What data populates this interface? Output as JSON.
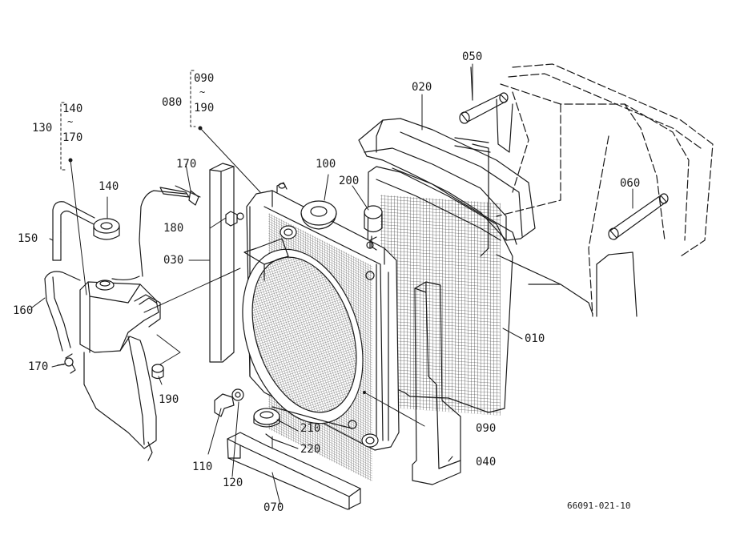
{
  "diagram": {
    "figure_number": "66091-021-10",
    "ink_color": "#1a1a1a",
    "callouts": {
      "p010": "010",
      "p020": "020",
      "p030": "030",
      "p040": "040",
      "p050": "050",
      "p060": "060",
      "p070": "070",
      "p080": "080",
      "p090": "090",
      "p100": "100",
      "p110": "110",
      "p120": "120",
      "p130": "130",
      "p140": "140",
      "p150": "150",
      "p160": "160",
      "p170": "170",
      "p180": "180",
      "p190": "190",
      "p200": "200",
      "p210": "210",
      "p220": "220"
    },
    "range_separator": "~"
  }
}
